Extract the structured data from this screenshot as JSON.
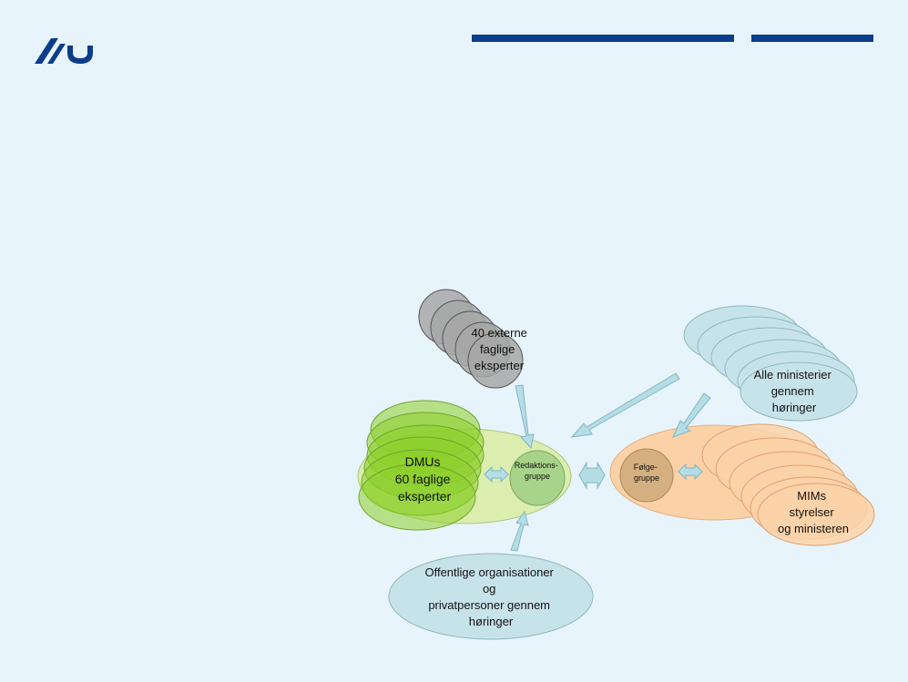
{
  "colors": {
    "background": "#e8f4fb",
    "brand": "#0b3d8c",
    "green_group": "#8ccf2a",
    "green_light": "#dcedb0",
    "grey_group": "#9b9b9b",
    "blue_group": "#c7e3ea",
    "orange_group": "#fbd2a8",
    "arrow": "#b5dde6"
  },
  "logo": {
    "icon": "au-logo-icon"
  },
  "diagram": {
    "externe": {
      "line1": "40 externe",
      "line2": "faglige",
      "line3": "eksperter"
    },
    "dmu": {
      "line1": "DMUs",
      "line2": "60 faglige",
      "line3": "eksperter"
    },
    "redaktion": {
      "line1": "Redaktions-",
      "line2": "gruppe"
    },
    "foelge": {
      "line1": "Følge-",
      "line2": "gruppe"
    },
    "ministerier": {
      "line1": "Alle ministerier",
      "line2": "gennem",
      "line3": "høringer"
    },
    "mim": {
      "line1": "MIMs",
      "line2": "styrelser",
      "line3": "og ministeren"
    },
    "offentlige": {
      "line1": "Offentlige organisationer",
      "line2": "og",
      "line3": "privatpersoner gennem",
      "line4": "høringer"
    }
  }
}
